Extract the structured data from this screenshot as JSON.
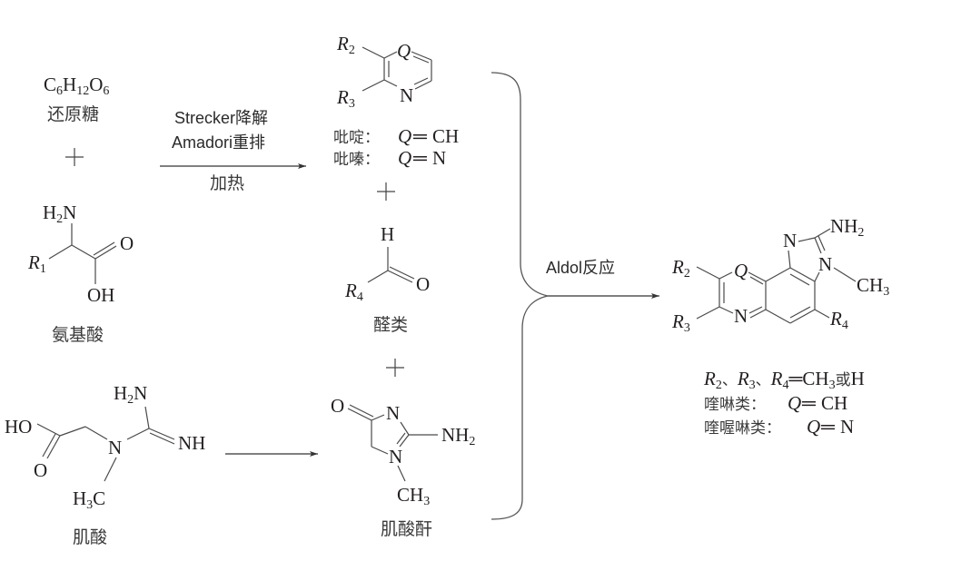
{
  "reactants": {
    "sugar": {
      "formula_parts": [
        "C",
        "6",
        "H",
        "12",
        "O",
        "6"
      ],
      "label": "还原糖"
    },
    "amino_acid": {
      "label": "氨基酸",
      "atoms": {
        "amine": "H",
        "amine_sub": "2",
        "amine_n": "N",
        "r": "R",
        "r_sub": "1",
        "carbonyl_o": "O",
        "hydroxyl": "OH"
      }
    },
    "creatine": {
      "label": "肌酸",
      "atoms": {
        "ho": "HO",
        "o": "O",
        "n": "N",
        "h2n_h": "H",
        "h2n_sub": "2",
        "h2n_n": "N",
        "nh": "NH",
        "h3c_h": "H",
        "h3c_sub": "3",
        "h3c_c": "C"
      }
    }
  },
  "step1": {
    "conditions": [
      "Strecker降解",
      "Amadori重排"
    ],
    "below": "加热"
  },
  "intermediates": {
    "heterocycle": {
      "atoms": {
        "r2": "R",
        "r2_sub": "2",
        "r3": "R",
        "r3_sub": "3",
        "q": "Q",
        "n": "N"
      },
      "notes": [
        {
          "name": "吡啶：",
          "q": "Q",
          "eq": "═",
          "value": "CH"
        },
        {
          "name": "吡嗪：",
          "q": "Q",
          "eq": "═",
          "value": "N"
        }
      ]
    },
    "aldehyde": {
      "label": "醛类",
      "atoms": {
        "h": "H",
        "o": "O",
        "r": "R",
        "r_sub": "4"
      }
    },
    "creatinine": {
      "label": "肌酸酐",
      "atoms": {
        "o": "O",
        "n1": "N",
        "n2": "N",
        "nh2": "NH",
        "nh2_sub": "2",
        "ch3": "CH",
        "ch3_sub": "3"
      }
    }
  },
  "step2": {
    "label": "Aldol反应"
  },
  "product": {
    "atoms": {
      "r2": "R",
      "r2_sub": "2",
      "r3": "R",
      "r3_sub": "3",
      "r4": "R",
      "r4_sub": "4",
      "q": "Q",
      "n_pyr": "N",
      "n_im1": "N",
      "n_im2": "N",
      "nh2": "NH",
      "nh2_sub": "2",
      "ch3": "CH",
      "ch3_sub": "3"
    },
    "legend": {
      "line1": {
        "r2": "R",
        "r2_sub": "2",
        "sep1": "、",
        "r3": "R",
        "r3_sub": "3",
        "sep2": "、",
        "r4": "R",
        "r4_sub": "4",
        "eq": "═",
        "v1": "CH",
        "v1_sub": "3",
        "or": "或",
        "v2": "H"
      },
      "line2": {
        "name": "喹啉类：",
        "q": "Q",
        "eq": "═",
        "value": "CH"
      },
      "line3": {
        "name": "喹喔啉类：",
        "q": "Q",
        "eq": "═",
        "value": "N"
      }
    }
  },
  "plus_signs": [
    "+",
    "+",
    "+"
  ]
}
